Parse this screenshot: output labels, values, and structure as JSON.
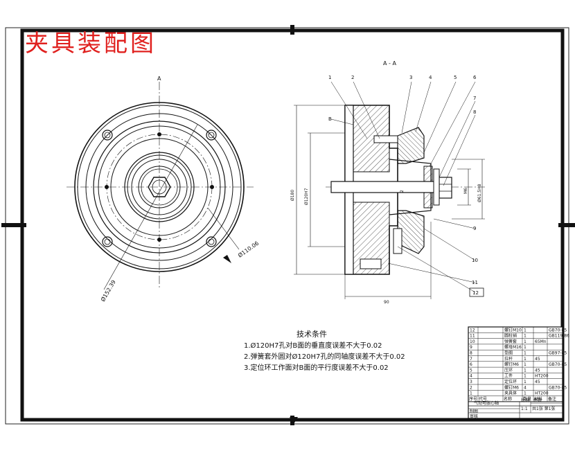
{
  "title": "夹具装配图",
  "section_label": "A - A",
  "view_label": "A",
  "part_numbers_top": [
    "1",
    "2",
    "3",
    "4",
    "5",
    "6",
    "7",
    "8"
  ],
  "part_numbers_side": [
    "9",
    "10",
    "11",
    "12"
  ],
  "face_label": "B",
  "dimensions": {
    "outer_diameter": "Ø152.39",
    "bolt_circle": "Ø110.06",
    "height_left": "Ø180",
    "bore": "Ø120H7",
    "right_dia": "Ø61.5H8",
    "width": "90",
    "thread": "M6",
    "small_dim": "2"
  },
  "tech_requirements": {
    "heading": "技术条件",
    "items": [
      "1.Ø120H7孔对B面的垂直度误差不大于0.02",
      "2.弹簧套外圆对Ø120H7孔的同轴度误差不大于0.02",
      "3.定位环工作面对B面的平行度误差不大于0.02"
    ]
  },
  "title_block": {
    "rows": [
      {
        "no": "12",
        "name": "螺钉M10",
        "qty": "1",
        "mat": "",
        "std": "GB70-85"
      },
      {
        "no": "11",
        "name": "圆柱销",
        "qty": "1",
        "mat": "",
        "std": "GB119-86"
      },
      {
        "no": "10",
        "name": "弹簧套",
        "qty": "1",
        "mat": "65Mn",
        "std": ""
      },
      {
        "no": "9",
        "name": "螺母M16",
        "qty": "1",
        "mat": "",
        "std": ""
      },
      {
        "no": "8",
        "name": "垫圈",
        "qty": "1",
        "mat": "",
        "std": "GB97-85"
      },
      {
        "no": "7",
        "name": "拉杆",
        "qty": "1",
        "mat": "45",
        "std": ""
      },
      {
        "no": "6",
        "name": "螺钉M6",
        "qty": "1",
        "mat": "",
        "std": "GB70-85"
      },
      {
        "no": "5",
        "name": "压环",
        "qty": "1",
        "mat": "45",
        "std": ""
      },
      {
        "no": "4",
        "name": "工件",
        "qty": "1",
        "mat": "HT200",
        "std": ""
      },
      {
        "no": "3",
        "name": "定位环",
        "qty": "1",
        "mat": "45",
        "std": ""
      },
      {
        "no": "2",
        "name": "螺钉M6",
        "qty": "4",
        "mat": "",
        "std": "GB70-85"
      },
      {
        "no": "1",
        "name": "夹具体",
        "qty": "1",
        "mat": "HT200",
        "std": ""
      }
    ],
    "header": [
      "序号",
      "代号",
      "名称",
      "数量",
      "材料",
      "备注"
    ],
    "drawing_name": "气动可胀心轴",
    "scale_label": "比例",
    "scale_value": "1:1",
    "sheet_info": "共1张 第1张",
    "qty_label": "件数",
    "designer_label": "制图",
    "checker_label": "审核"
  }
}
